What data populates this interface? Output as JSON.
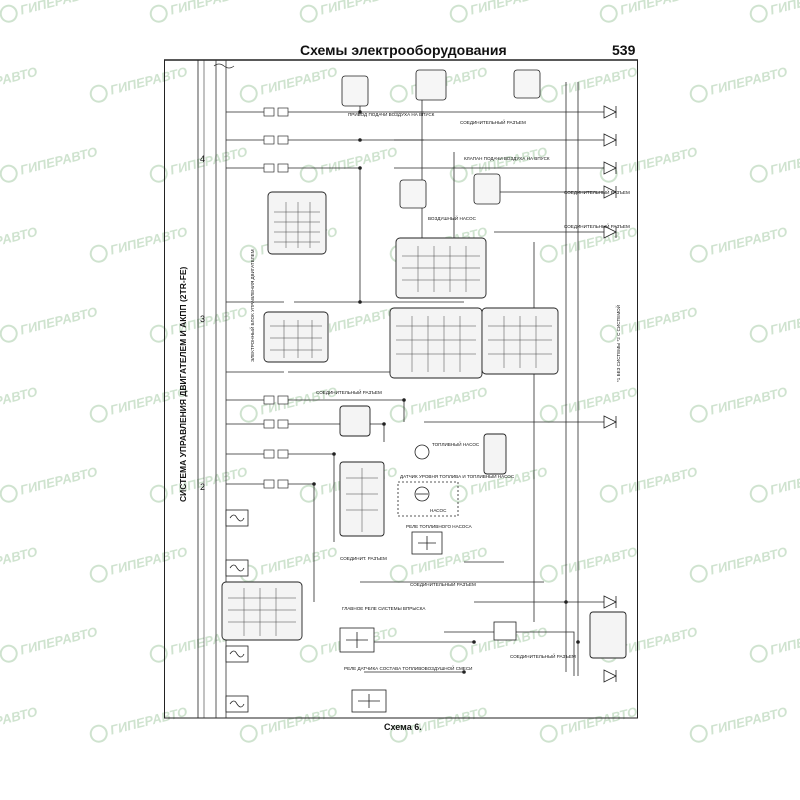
{
  "header": {
    "title": "Схемы электрооборудования",
    "page_number": "539"
  },
  "side_title": "СИСТЕМА УПРАВЛЕНИЯ ДВИГАТЕЛЕМ И АКПП (2TR-FE)",
  "sections": [
    "4",
    "3",
    "2"
  ],
  "labels": {
    "intake_drive": "ПРИВОД ПОДАЧИ ВОЗДУХА НА ВПУСК",
    "connector_1": "СОЕДИНИТЕЛЬНЫЙ РАЗЪЕМ",
    "intake_valve": "КЛАПАН ПОДАЧИ ВОЗДУХА НА ВПУСК",
    "connector_2": "СОЕДИНИТЕЛЬНЫЙ РАЗЪЕМ",
    "air_pump": "ВОЗДУШНЫЙ НАСОС",
    "connector_3": "СОЕДИНИТЕЛЬНЫЙ РАЗЪЕМ",
    "connector_4": "СОЕДИНИТЕЛЬНЫЙ РАЗЪЕМ",
    "fuel_pump": "ТОПЛИВНЫЙ НАСОС",
    "fuel_level_sensor": "ДАТЧИК УРОВНЯ ТОПЛИВА И ТОПЛИВНЫЙ НАСОС",
    "pump": "НАСОС",
    "fuel_pump_relay": "РЕЛЕ ТОПЛИВНОГО НАСОСА",
    "connector_5": "СОЕДИНИТ. РАЗЪЕМ",
    "connector_6": "СОЕДИНИТЕЛЬНЫЙ РАЗЪЕМ",
    "main_relay": "ГЛАВНОЕ РЕЛЕ СИСТЕМЫ ВПРЫСКА",
    "connector_7": "СОЕДИНИТЕЛЬНЫЙ РАЗЪЕМ",
    "af_relay": "РЕЛЕ ДАТЧИКА СОСТАВА ТОПЛИВОВОЗДУШНОЙ СМЕСИ",
    "ecu_note": "ЭЛЕКТРОННЫЙ БЛОК УПРАВЛЕНИЯ ДВИГАТЕЛЕМ",
    "legend_note": "*1 БЕЗ СИСТЕМЫ *2 С СИСТЕМОЙ"
  },
  "caption": "Схема 6.",
  "watermark": "ГИПЕРАВТО",
  "colors": {
    "line": "#2a2a2a",
    "watermark": "#cfe3cf"
  }
}
